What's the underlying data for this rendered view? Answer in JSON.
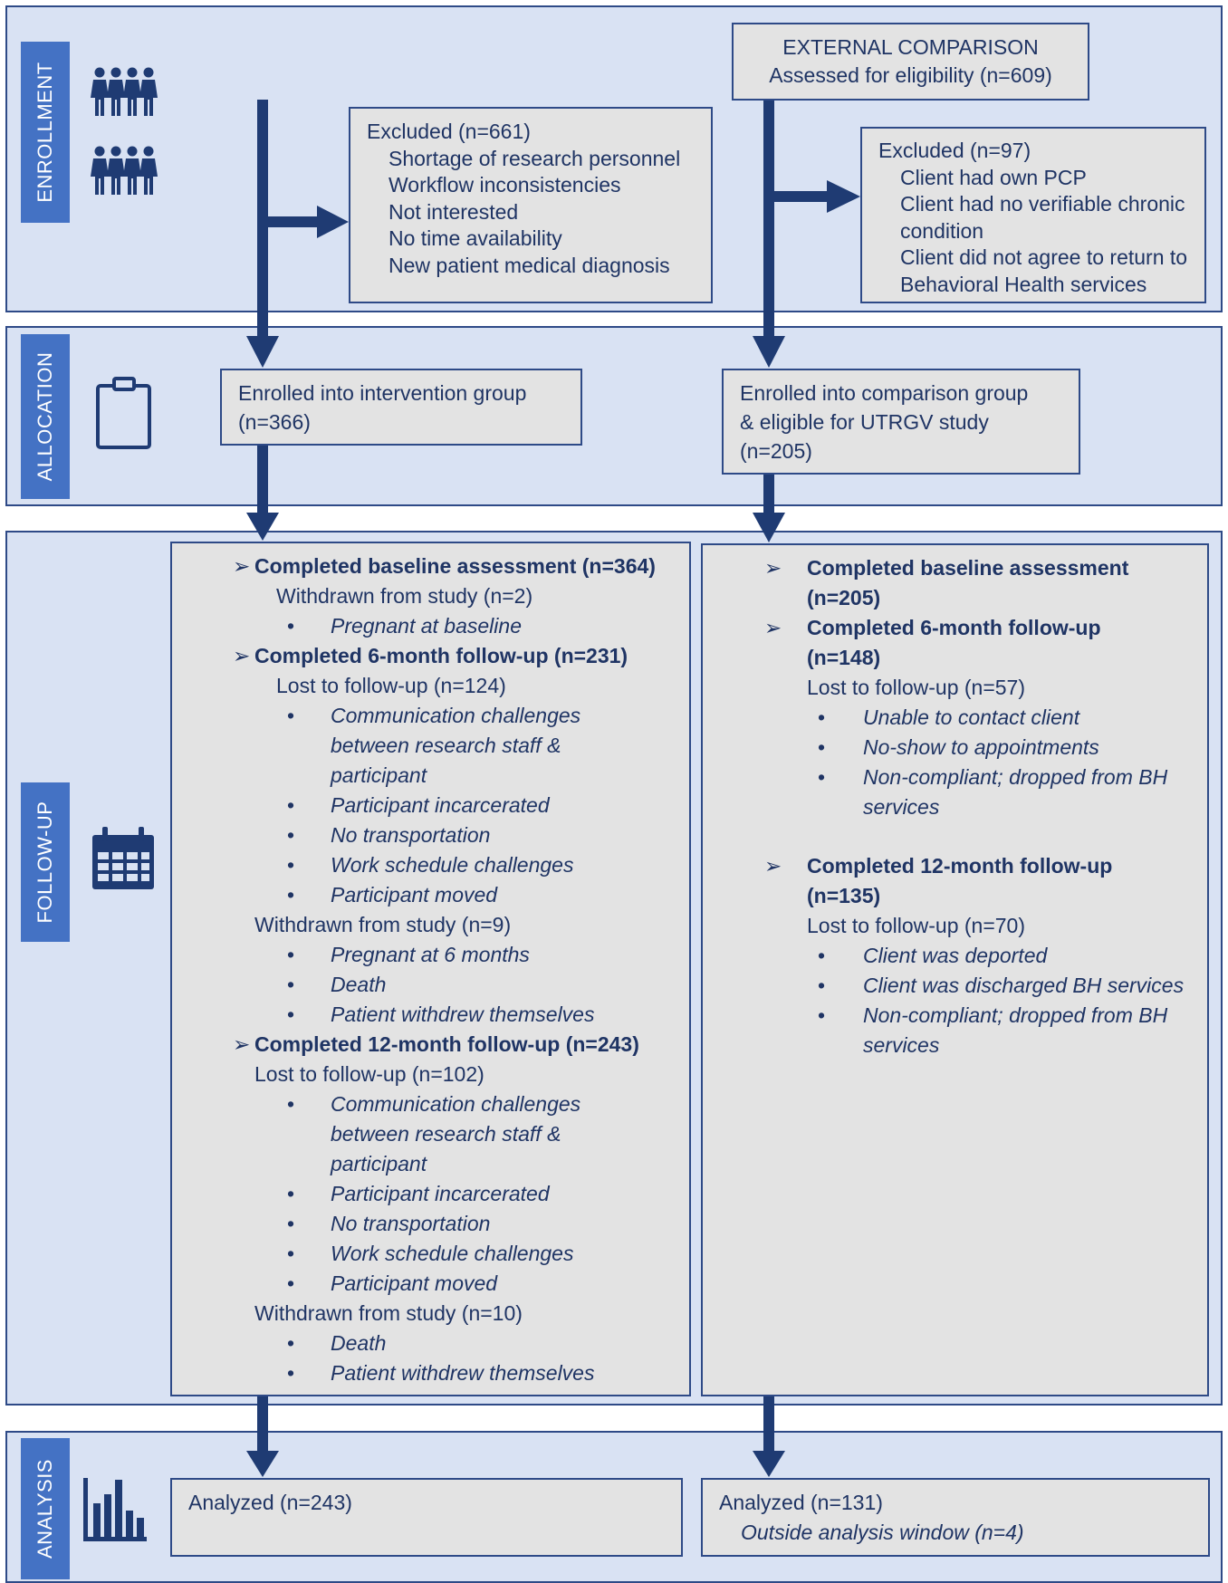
{
  "stages": {
    "enrollment": "ENROLLMENT",
    "allocation": "ALLOCATION",
    "follow_up": "FOLLOW-UP",
    "analysis": "ANALYSIS"
  },
  "icons": {
    "enrollment": "people-icon",
    "allocation": "clipboard-icon",
    "follow_up": "calendar-icon",
    "analysis": "bar-chart-icon"
  },
  "colors": {
    "band_fill": "#d9e2f3",
    "band_border": "#2e4a87",
    "tab_fill": "#4472c4",
    "box_fill": "#e3e3e3",
    "text": "#1f3464",
    "arrow": "#1f3b73"
  },
  "external": {
    "title": "EXTERNAL COMPARISON",
    "subtitle": "Assessed for eligibility (n=609)"
  },
  "excluded_left": {
    "title": "Excluded (n=661)",
    "items": [
      "Shortage of research personnel",
      "Workflow inconsistencies",
      "Not interested",
      "No time availability",
      "New patient medical diagnosis"
    ]
  },
  "excluded_right": {
    "title": "Excluded (n=97)",
    "lines": [
      "Client had own PCP",
      "Client had no verifiable chronic",
      "condition",
      "Client did not agree to return to",
      "Behavioral Health services"
    ]
  },
  "enrolled_left": {
    "line1": "Enrolled into intervention group",
    "line2": "(n=366)"
  },
  "enrolled_right": {
    "line1": "Enrolled into comparison group",
    "line2": "& eligible for UTRGV study",
    "line3": "(n=205)"
  },
  "followup_left": {
    "baseline": "Completed baseline assessment (n=364)",
    "withdrawn_baseline": "Withdrawn from study (n=2)",
    "withdrawn_baseline_reasons": [
      "Pregnant at baseline"
    ],
    "m6": "Completed 6-month follow-up (n=231)",
    "m6_lost": "Lost to follow-up (n=124)",
    "m6_lost_reasons": [
      "Communication challenges",
      "between research staff &",
      "participant",
      "Participant incarcerated",
      "No transportation",
      "Work schedule challenges",
      "Participant moved"
    ],
    "m6_withdrawn": "Withdrawn from study (n=9)",
    "m6_withdrawn_reasons": [
      "Pregnant at 6 months",
      "Death",
      "Patient withdrew themselves"
    ],
    "m12": "Completed 12-month follow-up (n=243)",
    "m12_lost": "Lost to follow-up (n=102)",
    "m12_lost_reasons": [
      "Communication challenges",
      "between research staff &",
      "participant",
      "Participant incarcerated",
      "No transportation",
      "Work schedule challenges",
      "Participant moved"
    ],
    "m12_withdrawn": "Withdrawn from study (n=10)",
    "m12_withdrawn_reasons": [
      "Death",
      "Patient withdrew themselves"
    ]
  },
  "followup_right": {
    "baseline_1": "Completed baseline assessment",
    "baseline_2": "(n=205)",
    "m6_1": "Completed 6-month follow-up",
    "m6_2": "(n=148)",
    "m6_lost": "Lost to follow-up (n=57)",
    "m6_lost_reasons": [
      "Unable to contact client",
      "No-show to appointments",
      "Non-compliant; dropped from BH",
      "services"
    ],
    "m12_1": "Completed 12-month follow-up",
    "m12_2": "(n=135)",
    "m12_lost": "Lost to follow-up (n=70)",
    "m12_lost_reasons": [
      "Client was deported",
      "Client was discharged BH services",
      "Non-compliant; dropped from BH",
      "services"
    ]
  },
  "analysis_left": {
    "line1": "Analyzed (n=243)"
  },
  "analysis_right": {
    "line1": "Analyzed (n=131)",
    "line2": "Outside analysis window (n=4)"
  }
}
